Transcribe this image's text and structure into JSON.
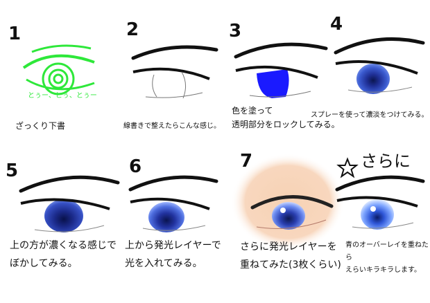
{
  "steps": [
    {
      "num": "1",
      "caption": "ざっくり下書",
      "sketch_note": "とぅー、とぅ、とぅー"
    },
    {
      "num": "2",
      "caption": "線書きで整えたらこんな感じ。"
    },
    {
      "num": "3",
      "caption": "色を塗って\n透明部分をロックしてみる。"
    },
    {
      "num": "4",
      "caption": "スプレーを使って濃淡をつけてみる。"
    },
    {
      "num": "5",
      "caption": "上の方が濃くなる感じで\nぼかしてみる。"
    },
    {
      "num": "6",
      "caption": "上から発光レイヤーで\n光を入れてみる。"
    },
    {
      "num": "7",
      "caption": "さらに発光レイヤーを\n重ねてみた(3枚くらい)"
    },
    {
      "num": "",
      "caption": "青のオーバーレイを重ねたら\nえらいキラキラします。",
      "handwriting": "さらに"
    }
  ],
  "colors": {
    "sketch_green": "#2ee83a",
    "iris_blue": "#1a1aff",
    "iris_dark": "#1a2f8f",
    "skin": "#f6d2b4",
    "ink": "#111111"
  }
}
